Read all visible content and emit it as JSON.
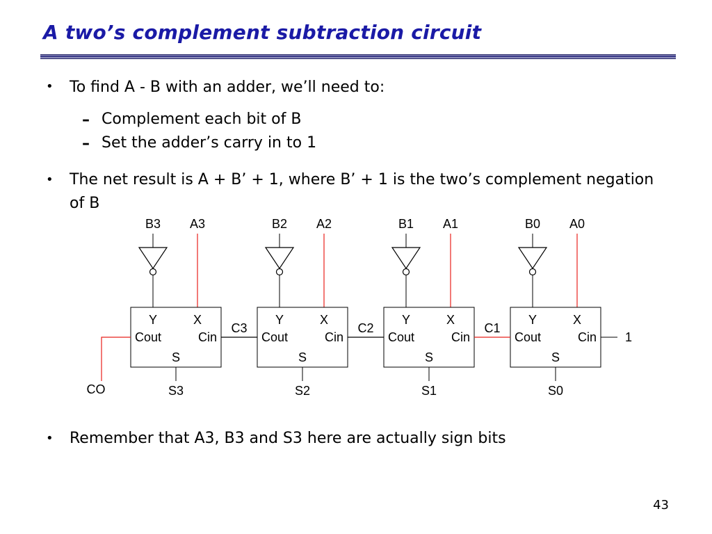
{
  "title": "A two’s complement subtraction circuit",
  "bullets": [
    {
      "text": "To find A - B with an adder, we’ll need to:"
    },
    {
      "text": "The net result is A + B’ + 1, where B’ + 1 is the two’s complement negation",
      "cont": "of B"
    },
    {
      "text": "Remember that A3, B3 and S3 here are actually sign bits"
    }
  ],
  "sub_bullets": [
    "Complement each bit of B",
    "Set the adder’s carry in to 1"
  ],
  "diagram": {
    "adders": [
      {
        "b_input": "B3",
        "a_input": "A3",
        "sum_output": "S3"
      },
      {
        "b_input": "B2",
        "a_input": "A2",
        "sum_output": "S2"
      },
      {
        "b_input": "B1",
        "a_input": "A1",
        "sum_output": "S1"
      },
      {
        "b_input": "B0",
        "a_input": "A0",
        "sum_output": "S0"
      }
    ],
    "port_labels": {
      "y": "Y",
      "x": "X",
      "cout": "Cout",
      "cin": "Cin",
      "s": "S"
    },
    "carries": [
      "C3",
      "C2",
      "C1"
    ],
    "carry_out": "CO",
    "carry_in": "1",
    "colors": {
      "a_wire": "#e8201c",
      "co_wire": "#e8201c",
      "wire": "#000000"
    }
  },
  "page_number": "43"
}
